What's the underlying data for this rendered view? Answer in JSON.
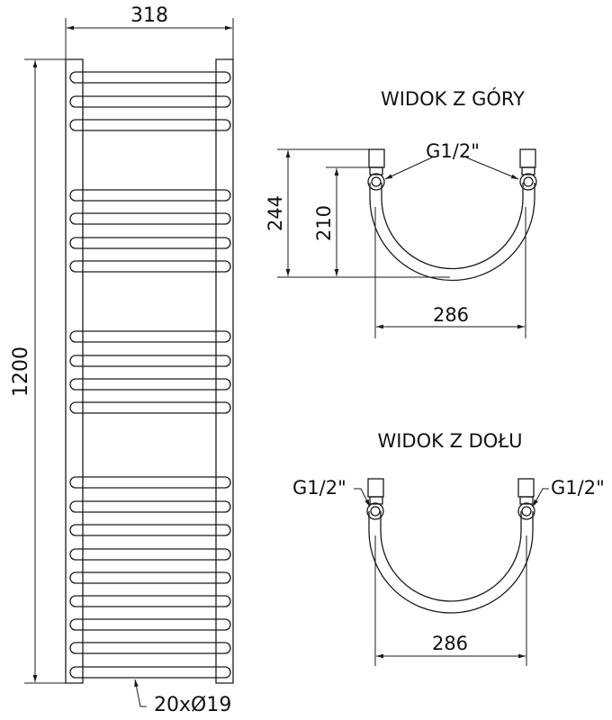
{
  "drawing": {
    "subject": "Ladder towel radiator technical drawing",
    "front_view": {
      "width_label": "318",
      "height_label": "1200",
      "bars_label": "20xØ19",
      "bar_count": 20,
      "bar_groups": [
        3,
        4,
        4,
        9
      ]
    },
    "top_view": {
      "title": "WIDOK Z GÓRY",
      "depth_outer_label": "244",
      "depth_inner_label": "210",
      "spacing_label": "286",
      "connection_label": "G1/2\""
    },
    "bottom_view": {
      "title": "WIDOK Z DOŁU",
      "spacing_label": "286",
      "connection_left_label": "G1/2\"",
      "connection_right_label": "G1/2\""
    }
  }
}
